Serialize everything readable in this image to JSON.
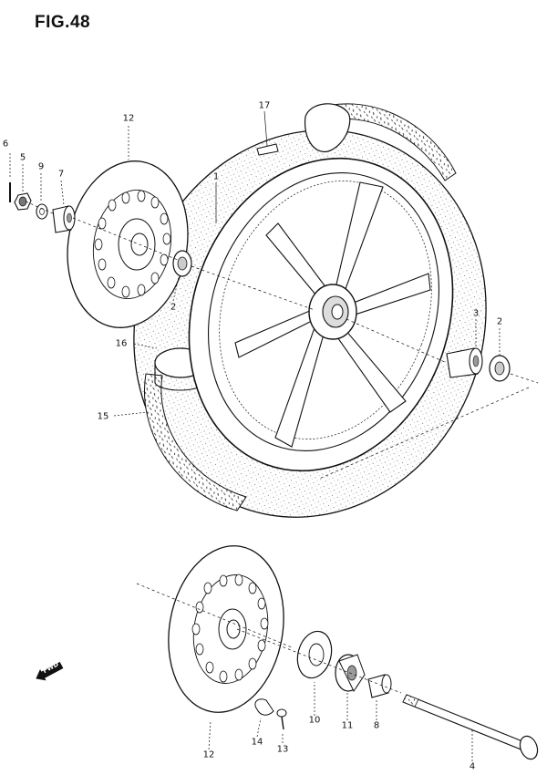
{
  "figure": {
    "title": "FIG.48"
  },
  "callouts": {
    "c6": "6",
    "c5": "5",
    "c9": "9",
    "c7": "7",
    "c12_top": "12",
    "c17": "17",
    "c1": "1",
    "c2_left": "2",
    "c3": "3",
    "c2_right": "2",
    "c16": "16",
    "c15": "15",
    "c10": "10",
    "c11": "11",
    "c8": "8",
    "c4": "4",
    "c12_bottom": "12",
    "c14": "14",
    "c13": "13"
  },
  "direction_marker": {
    "label": "FWD"
  },
  "colors": {
    "ink": "#111111",
    "paper": "#ffffff"
  }
}
